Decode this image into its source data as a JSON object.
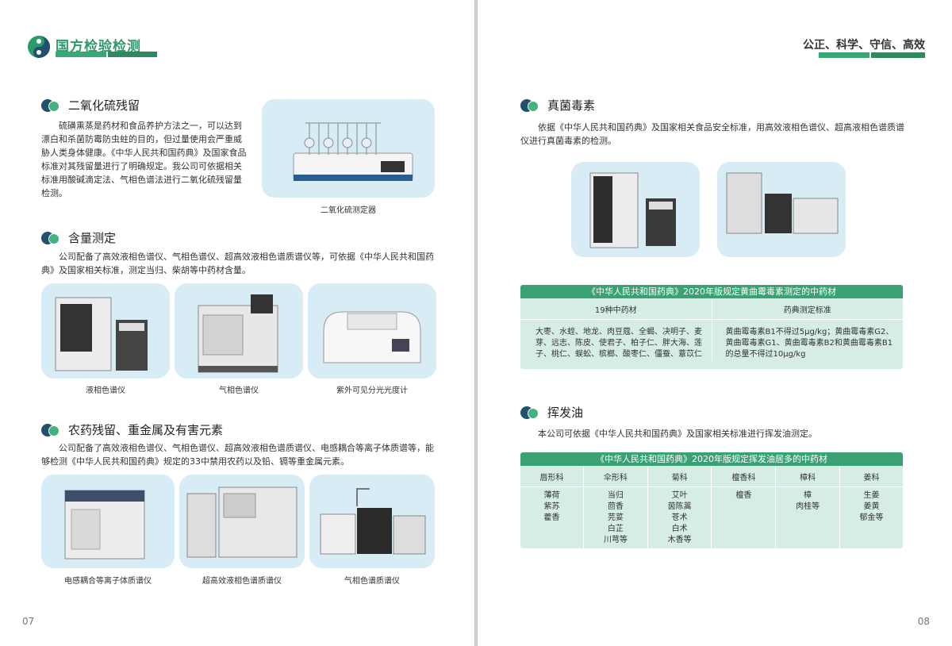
{
  "brand": {
    "name": "国方检验检测"
  },
  "slogan": "公正、科学、守信、高效",
  "page_left": {
    "page_number": "07",
    "sections": {
      "so2": {
        "title": "二氧化硫残留",
        "body": "硫磺熏蒸是药材和食品养护方法之一，可以达到漂白和杀菌防霉防虫蛀的目的，但过量使用会严重威胁人类身体健康。《中华人民共和国药典》及国家食品标准对其残留量进行了明确规定。我公司可依据相关标准用酸碱滴定法、气相色谱法进行二氧化硫残留量检测。",
        "image_caption": "二氧化硫测定器"
      },
      "content": {
        "title": "含量测定",
        "body": "公司配备了高效液相色谱仪、气相色谱仪、超高效液相色谱质谱仪等，可依据《中华人民共和国药典》及国家相关标准，测定当归、柴胡等中药材含量。",
        "captions": [
          "液相色谱仪",
          "气相色谱仪",
          "紫外可见分光光度计"
        ]
      },
      "pesticide": {
        "title": "农药残留、重金属及有害元素",
        "body": "公司配备了高效液相色谱仪、气相色谱仪、超高效液相色谱质谱仪、电感耦合等离子体质谱等，能够检测《中华人民共和国药典》规定的33中禁用农药以及铅、镉等重金属元素。",
        "captions": [
          "电感耦合等离子体质谱仪",
          "超高效液相色谱质谱仪",
          "气相色谱质谱仪"
        ]
      }
    }
  },
  "page_right": {
    "page_number": "08",
    "mycotoxin": {
      "title": "真菌毒素",
      "body": "依据《中华人民共和国药典》及国家相关食品安全标准，用高效液相色谱仪、超高液相色谱质谱仪进行真菌毒素的检测。",
      "table": {
        "title": "《中华人民共和国药典》2020年版规定黄曲霉毒素测定的中药材",
        "col1_header": "19种中药材",
        "col2_header": "药典测定标准",
        "col1_lines": [
          "大枣、水蛭、地龙、肉豆蔻、全蝎、决明子、麦",
          "芽、远志、陈皮、使君子、柏子仁、胖大海、莲",
          "子、桃仁、蜈蚣、槟榔、酸枣仁、僵蚕、薏苡仁"
        ],
        "col2_lines": [
          "黄曲霉毒素B1不得过5μg/kg；黄曲霉毒素G2、",
          "黄曲霉毒素G1、黄曲霉毒素B2和黄曲霉毒素B1",
          "的总量不得过10μg/kg"
        ]
      }
    },
    "volatile_oil": {
      "title": "挥发油",
      "body": "本公司可依据《中华人民共和国药典》及国家相关标准进行挥发油测定。",
      "table": {
        "title": "《中华人民共和国药典》2020年版规定挥发油居多的中药材",
        "families": [
          {
            "name": "唇形科",
            "items": [
              "薄荷",
              "紫苏",
              "藿香"
            ]
          },
          {
            "name": "伞形科",
            "items": [
              "当归",
              "茴香",
              "芫荽",
              "白芷",
              "川芎等"
            ]
          },
          {
            "name": "菊科",
            "items": [
              "艾叶",
              "茵陈蒿",
              "苍术",
              "白术",
              "木香等"
            ]
          },
          {
            "name": "檀香科",
            "items": [
              "檀香"
            ]
          },
          {
            "name": "樟科",
            "items": [
              "樟",
              "肉桂等"
            ]
          },
          {
            "name": "姜科",
            "items": [
              "生姜",
              "姜黄",
              "郁金等"
            ]
          }
        ]
      }
    }
  },
  "colors": {
    "accent_green": "#3aa174",
    "dark_green": "#2e8a5e",
    "navy": "#23506b",
    "image_bg": "#d8ecf6",
    "table_bg": "#d6ede3"
  },
  "icons": [
    "logo-mark",
    "section-bullet-icon"
  ]
}
